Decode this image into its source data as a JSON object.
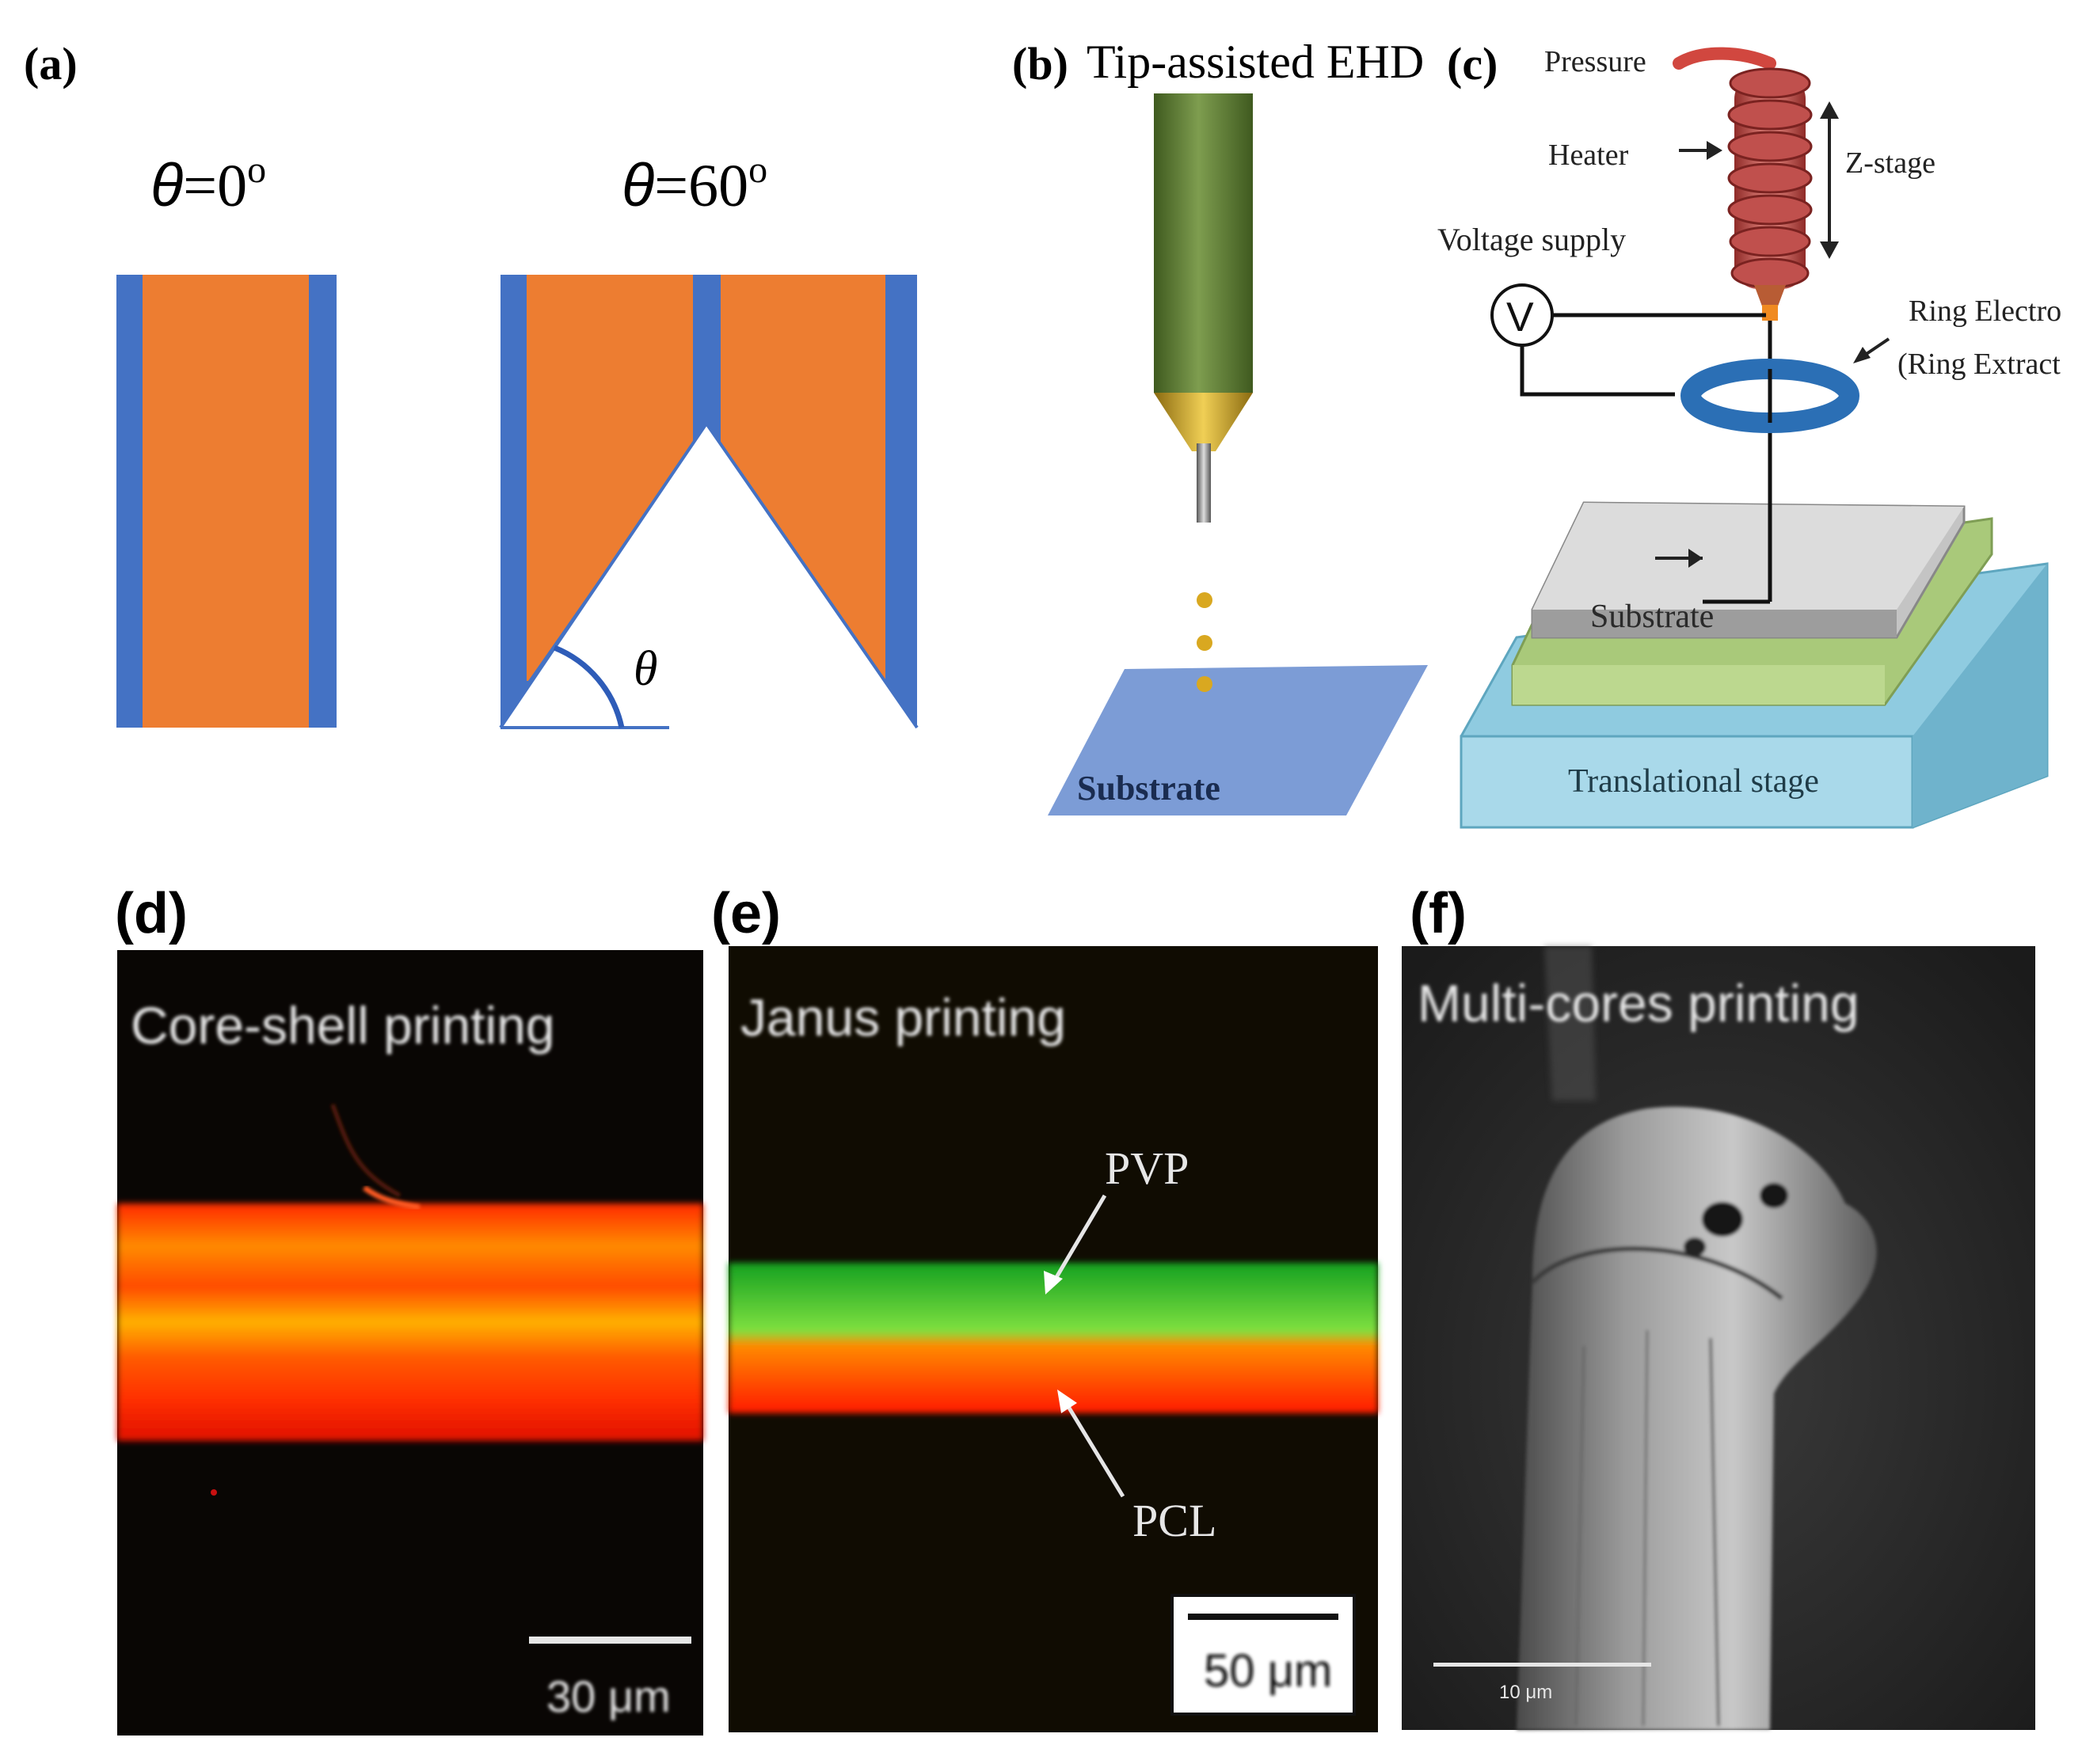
{
  "colors": {
    "blue_wall": "#4472c4",
    "orange_fill": "#ed7d31",
    "arc_blue": "#2e5cb8",
    "nozzle_green": "#5e7d34",
    "tip_gold": "#c9a227",
    "substrate_blue": "#7c9cd6",
    "heater_red": "#c9504e",
    "ring_blue": "#2b6fb5",
    "plate_gray": "#c4c4c4",
    "plate_green": "#a9c97a",
    "stage_blue": "#8fcbe0"
  },
  "panel_a": {
    "label": "(a)",
    "left_title_sym": "θ",
    "left_title_val": "=0",
    "left_title_sup": "o",
    "right_title_sym": "θ",
    "right_title_val": "=60",
    "right_title_sup": "o",
    "angle_label": "θ",
    "angle_deg": 60
  },
  "panel_b": {
    "label": "(b)",
    "title": "Tip-assisted EHD",
    "substrate_label": "Substrate"
  },
  "panel_c": {
    "label": "(c)",
    "pressure": "Pressure",
    "heater": "Heater",
    "zstage": "Z-stage",
    "voltage_supply": "Voltage supply",
    "v_symbol": "V",
    "ring_line1": "Ring Electro",
    "ring_line2": "(Ring Extract",
    "substrate": "Substrate",
    "translational_stage": "Translational stage"
  },
  "panel_d": {
    "label": "(d)",
    "caption": "Core-shell printing",
    "scale": "30 μm"
  },
  "panel_e": {
    "label": "(e)",
    "caption": "Janus printing",
    "pvp": "PVP",
    "pcl": "PCL",
    "scale": "50 μm"
  },
  "panel_f": {
    "label": "(f)",
    "caption": "Multi-cores printing",
    "scale": "10 μm"
  }
}
